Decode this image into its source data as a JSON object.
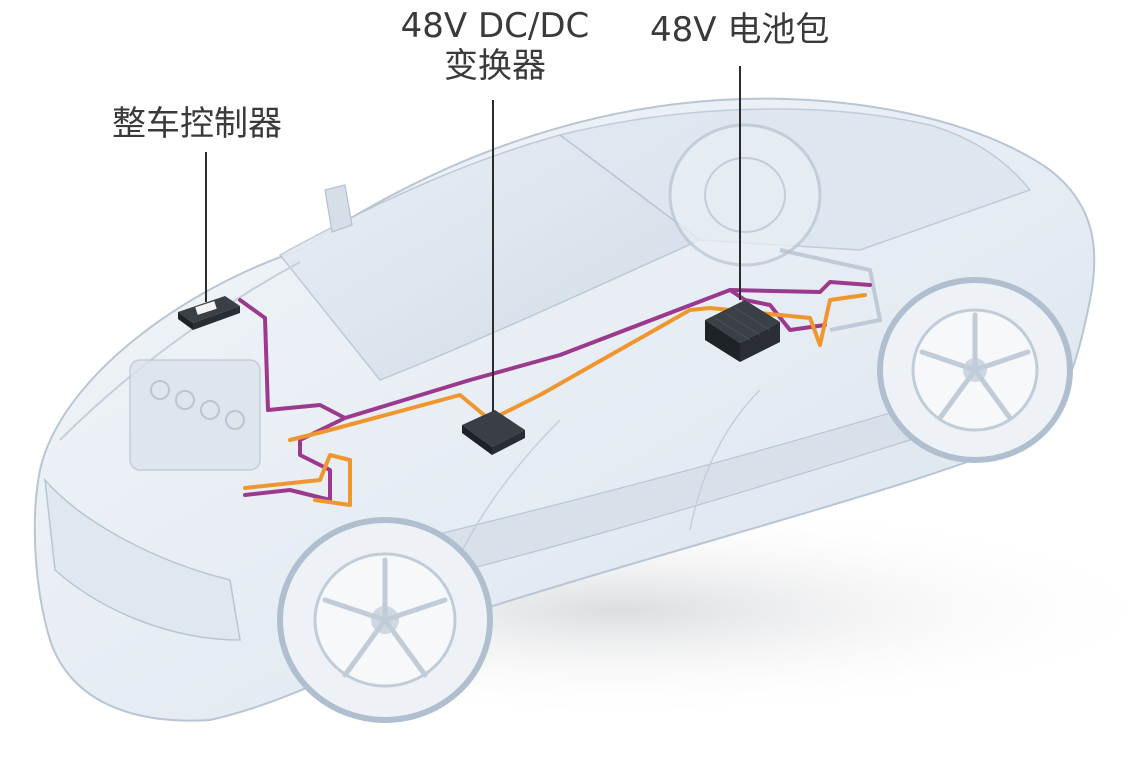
{
  "labels": {
    "vehicle_controller": "整车控制器",
    "dcdc_line1": "48V DC/DC",
    "dcdc_line2": "变换器",
    "battery_pack": "48V 电池包"
  },
  "colors": {
    "background": "#ffffff",
    "car_body": "#e6edf4",
    "car_outline": "#b8c6d4",
    "wire_purple": "#9b3a8c",
    "wire_orange": "#f0962e",
    "component": "#2a2d33",
    "leader_line": "#2b2b2b",
    "label_text": "#3a3a3a"
  }
}
